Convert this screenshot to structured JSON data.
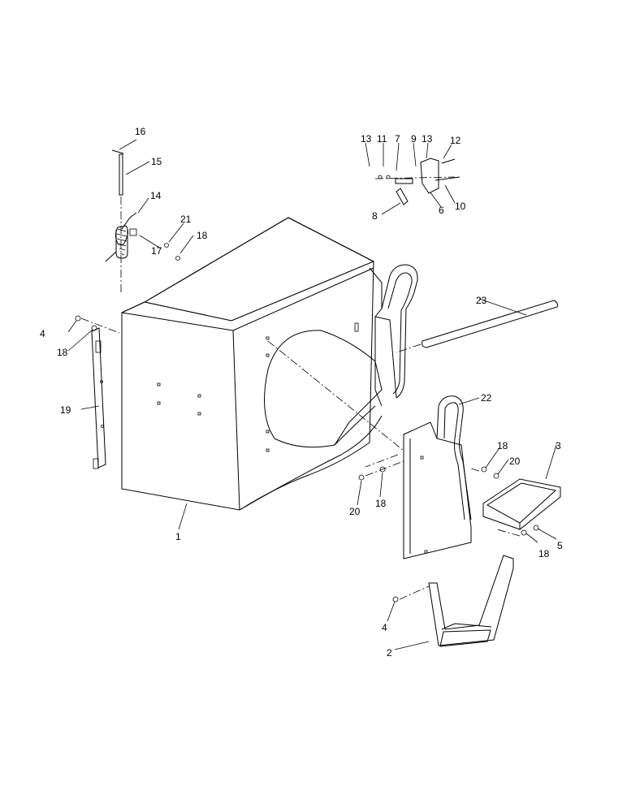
{
  "diagram": {
    "callouts": [
      {
        "id": "c16",
        "text": "16"
      },
      {
        "id": "c15",
        "text": "15"
      },
      {
        "id": "c14",
        "text": "14"
      },
      {
        "id": "c21",
        "text": "21"
      },
      {
        "id": "c18a",
        "text": "18"
      },
      {
        "id": "c17",
        "text": "17"
      },
      {
        "id": "c13a",
        "text": "13"
      },
      {
        "id": "c11",
        "text": "11"
      },
      {
        "id": "c7",
        "text": "7"
      },
      {
        "id": "c9",
        "text": "9"
      },
      {
        "id": "c13b",
        "text": "13"
      },
      {
        "id": "c12",
        "text": "12"
      },
      {
        "id": "c8",
        "text": "8"
      },
      {
        "id": "c6",
        "text": "6"
      },
      {
        "id": "c10",
        "text": "10"
      },
      {
        "id": "c4a",
        "text": "4"
      },
      {
        "id": "c18b",
        "text": "18"
      },
      {
        "id": "c19",
        "text": "19"
      },
      {
        "id": "c1",
        "text": "1"
      },
      {
        "id": "c23",
        "text": "23"
      },
      {
        "id": "c22",
        "text": "22"
      },
      {
        "id": "c18c",
        "text": "18"
      },
      {
        "id": "c20a",
        "text": "20"
      },
      {
        "id": "c3",
        "text": "3"
      },
      {
        "id": "c20b",
        "text": "20"
      },
      {
        "id": "c18d",
        "text": "18"
      },
      {
        "id": "c5",
        "text": "5"
      },
      {
        "id": "c18e",
        "text": "18"
      },
      {
        "id": "c4b",
        "text": "4"
      },
      {
        "id": "c2",
        "text": "2"
      }
    ]
  }
}
